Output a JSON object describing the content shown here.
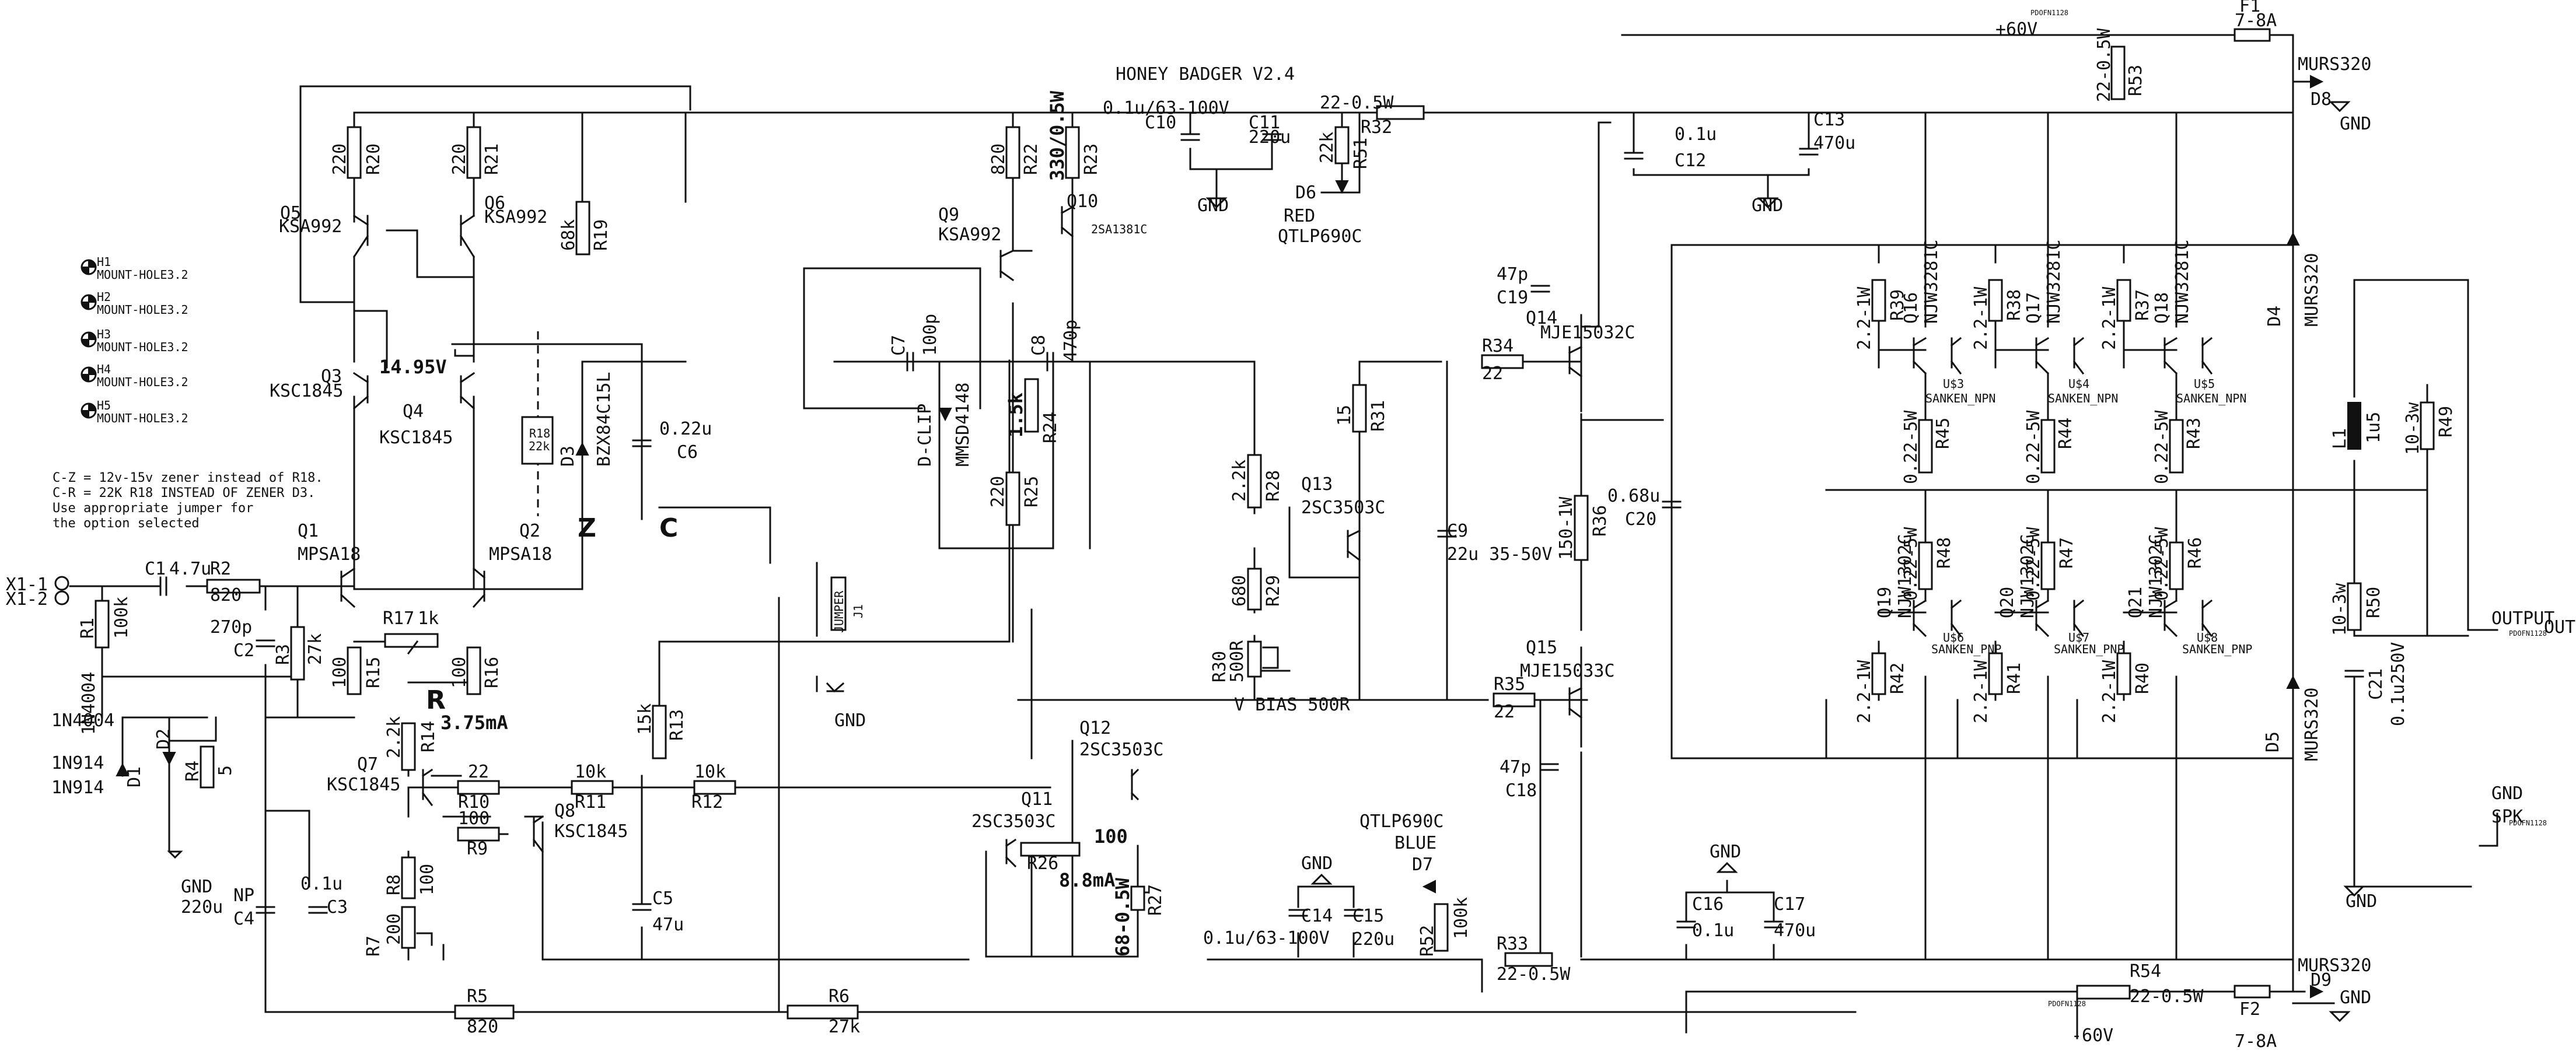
{
  "title": "HONEY BADGER V2.4",
  "notes": [
    "C-Z = 12v-15v zener instead of R18.",
    "C-R = 22K R18 INSTEAD OF ZENER D3.",
    "Use appropriate jumper for",
    "the option selected"
  ],
  "mount_holes": [
    {
      "ref": "H1",
      "value": "MOUNT-HOLE3.2"
    },
    {
      "ref": "H2",
      "value": "MOUNT-HOLE3.2"
    },
    {
      "ref": "H3",
      "value": "MOUNT-HOLE3.2"
    },
    {
      "ref": "H4",
      "value": "MOUNT-HOLE3.2"
    },
    {
      "ref": "H5",
      "value": "MOUNT-HOLE3.2"
    }
  ],
  "rails": {
    "pos": "+60V",
    "neg": "-60V",
    "gnd": "GND"
  },
  "measurements": {
    "q3_voltage": "14.95V",
    "r14_current": "3.75mA",
    "r26_current": "8.8mA"
  },
  "jumper_letters": {
    "z": "Z",
    "c": "C",
    "r": "R"
  },
  "nets": {
    "output": "OUTPUT",
    "out": "OUT",
    "spk": "SPK",
    "vbias": "V BIAS 500R"
  },
  "tiny_labels": {
    "pad": "PDOFN1128"
  },
  "components": {
    "R1": {
      "ref": "R1",
      "value": "100k"
    },
    "R2": {
      "ref": "R2",
      "value": "820"
    },
    "R3": {
      "ref": "R3",
      "value": "27k"
    },
    "R4": {
      "ref": "R4",
      "value": "5"
    },
    "R5": {
      "ref": "R5",
      "value": "820"
    },
    "R6": {
      "ref": "R6",
      "value": "27k"
    },
    "R7": {
      "ref": "R7",
      "value": "200"
    },
    "R8": {
      "ref": "R8",
      "value": "100"
    },
    "R9": {
      "ref": "R9",
      "value": "100"
    },
    "R10": {
      "ref": "R10",
      "value": "22"
    },
    "R11": {
      "ref": "R11",
      "value": "10k"
    },
    "R12": {
      "ref": "R12",
      "value": "10k"
    },
    "R13": {
      "ref": "R13",
      "value": "15k"
    },
    "R14": {
      "ref": "R14",
      "value": "2.2k"
    },
    "R15": {
      "ref": "R15",
      "value": "100"
    },
    "R16": {
      "ref": "R16",
      "value": "100"
    },
    "R17": {
      "ref": "R17",
      "value": "1k"
    },
    "R18": {
      "ref": "R18",
      "value": "22k"
    },
    "R19": {
      "ref": "R19",
      "value": "68k"
    },
    "R20": {
      "ref": "R20",
      "value": "220"
    },
    "R21": {
      "ref": "R21",
      "value": "220"
    },
    "R22": {
      "ref": "R22",
      "value": "820"
    },
    "R23": {
      "ref": "R23",
      "value": "330/0.5W"
    },
    "R24": {
      "ref": "R24",
      "value": "1.5k"
    },
    "R25": {
      "ref": "R25",
      "value": "220"
    },
    "R26": {
      "ref": "R26",
      "value": "100"
    },
    "R27": {
      "ref": "R27",
      "value": "68-0.5W"
    },
    "R28": {
      "ref": "R28",
      "value": "2.2k"
    },
    "R29": {
      "ref": "R29",
      "value": "680"
    },
    "R30": {
      "ref": "R30",
      "value": "500R"
    },
    "R31": {
      "ref": "R31",
      "value": "15"
    },
    "R32": {
      "ref": "R32",
      "value": "22-0.5W"
    },
    "R33": {
      "ref": "R33",
      "value": "22-0.5W"
    },
    "R34": {
      "ref": "R34",
      "value": "22"
    },
    "R35": {
      "ref": "R35",
      "value": "22"
    },
    "R36": {
      "ref": "R36",
      "value": "150-1W"
    },
    "R37": {
      "ref": "R37",
      "value": "2.2-1W"
    },
    "R38": {
      "ref": "R38",
      "value": "2.2-1W"
    },
    "R39": {
      "ref": "R39",
      "value": "2.2-1W"
    },
    "R40": {
      "ref": "R40",
      "value": "2.2-1W"
    },
    "R41": {
      "ref": "R41",
      "value": "2.2-1W"
    },
    "R42": {
      "ref": "R42",
      "value": "2.2-1W"
    },
    "R43": {
      "ref": "R43",
      "value": "0.22-5W"
    },
    "R44": {
      "ref": "R44",
      "value": "0.22-5W"
    },
    "R45": {
      "ref": "R45",
      "value": "0.22-5W"
    },
    "R46": {
      "ref": "R46",
      "value": "0.22-5W"
    },
    "R47": {
      "ref": "R47",
      "value": "0.22-5W"
    },
    "R48": {
      "ref": "R48",
      "value": "0.22-5W"
    },
    "R49": {
      "ref": "R49",
      "value": "10-3w"
    },
    "R50": {
      "ref": "R50",
      "value": "10-3w"
    },
    "R51": {
      "ref": "R51",
      "value": "22k"
    },
    "R52": {
      "ref": "R52",
      "value": "100k"
    },
    "R53": {
      "ref": "R53",
      "value": "22-0.5W"
    },
    "R54": {
      "ref": "R54",
      "value": "22-0.5W"
    },
    "C1": {
      "ref": "C1",
      "value": "4.7u"
    },
    "C2": {
      "ref": "C2",
      "value": "270p"
    },
    "C3": {
      "ref": "C3",
      "value": "0.1u"
    },
    "C4": {
      "ref": "C4",
      "value": "220u",
      "extra": "NP"
    },
    "C5": {
      "ref": "C5",
      "value": "47u"
    },
    "C6": {
      "ref": "C6",
      "value": "0.22u"
    },
    "C7": {
      "ref": "C7",
      "value": "100p"
    },
    "C8": {
      "ref": "C8",
      "value": "470p"
    },
    "C9": {
      "ref": "C9",
      "value": "22u 35-50V"
    },
    "C10": {
      "ref": "C10",
      "value": "0.1u/63-100V"
    },
    "C11": {
      "ref": "C11",
      "value": "220u"
    },
    "C12": {
      "ref": "C12",
      "value": "0.1u"
    },
    "C13": {
      "ref": "C13",
      "value": "470u"
    },
    "C14": {
      "ref": "C14",
      "value": "0.1u/63-100V"
    },
    "C15": {
      "ref": "C15",
      "value": "220u"
    },
    "C16": {
      "ref": "C16",
      "value": "0.1u"
    },
    "C17": {
      "ref": "C17",
      "value": "470u"
    },
    "C18": {
      "ref": "C18",
      "value": "47p"
    },
    "C19": {
      "ref": "C19",
      "value": "47p"
    },
    "C20": {
      "ref": "C20",
      "value": "0.68u"
    },
    "C21": {
      "ref": "C21",
      "value": "0.1u250V"
    },
    "D1": {
      "ref": "D1",
      "value": "1N914"
    },
    "D2": {
      "ref": "D2",
      "value": "1N914"
    },
    "D3": {
      "ref": "D3",
      "value": "BZX84C15L"
    },
    "D4": {
      "ref": "D4",
      "value": "MURS320"
    },
    "D5": {
      "ref": "D5",
      "value": "MURS320"
    },
    "D6": {
      "ref": "D6",
      "value": "RED",
      "part": "QTLP690C"
    },
    "D7": {
      "ref": "D7",
      "value": "BLUE",
      "part": "QTLP690C"
    },
    "D8": {
      "ref": "D8",
      "value": "MURS320"
    },
    "D9": {
      "ref": "D9",
      "value": "MURS320"
    },
    "D_CLIP": {
      "ref": "D-CLIP",
      "value": "MMSD4148"
    },
    "Q1": {
      "ref": "Q1",
      "value": "MPSA18"
    },
    "Q2": {
      "ref": "Q2",
      "value": "MPSA18"
    },
    "Q3": {
      "ref": "Q3",
      "value": "KSC1845"
    },
    "Q4": {
      "ref": "Q4",
      "value": "KSC1845"
    },
    "Q5": {
      "ref": "Q5",
      "value": "KSA992"
    },
    "Q6": {
      "ref": "Q6",
      "value": "KSA992"
    },
    "Q7": {
      "ref": "Q7",
      "value": "KSC1845"
    },
    "Q8": {
      "ref": "Q8",
      "value": "KSC1845"
    },
    "Q9": {
      "ref": "Q9",
      "value": "KSA992"
    },
    "Q10": {
      "ref": "Q10",
      "value": "2SA1381C"
    },
    "Q11": {
      "ref": "Q11",
      "value": "2SC3503C"
    },
    "Q12": {
      "ref": "Q12",
      "value": "2SC3503C"
    },
    "Q13": {
      "ref": "Q13",
      "value": "2SC3503C"
    },
    "Q14": {
      "ref": "Q14",
      "value": "MJE15032C"
    },
    "Q15": {
      "ref": "Q15",
      "value": "MJE15033C"
    },
    "Q16": {
      "ref": "Q16",
      "value": "NJW3281C"
    },
    "Q17": {
      "ref": "Q17",
      "value": "NJW3281C"
    },
    "Q18": {
      "ref": "Q18",
      "value": "NJW3281C"
    },
    "Q19": {
      "ref": "Q19",
      "value": "NJW1302C"
    },
    "Q20": {
      "ref": "Q20",
      "value": "NJW1302C"
    },
    "Q21": {
      "ref": "Q21",
      "value": "NJW1302C"
    },
    "U3": {
      "ref": "U$3",
      "value": "SANKEN_NPN"
    },
    "U4": {
      "ref": "U$4",
      "value": "SANKEN_NPN"
    },
    "U5": {
      "ref": "U$5",
      "value": "SANKEN_NPN"
    },
    "U6": {
      "ref": "U$6",
      "value": "SANKEN_PNP"
    },
    "U7": {
      "ref": "U$7",
      "value": "SANKEN_PNP"
    },
    "U8": {
      "ref": "U$8",
      "value": "SANKEN_PNP"
    },
    "L1": {
      "ref": "L1",
      "value": "1u5"
    },
    "F1": {
      "ref": "F1",
      "value": "7-8A"
    },
    "F2": {
      "ref": "F2",
      "value": "7-8A"
    },
    "J1": {
      "ref": "J1",
      "value": "JUMPER"
    },
    "X1": {
      "ref1": "X1-1",
      "ref2": "X1-2"
    }
  }
}
